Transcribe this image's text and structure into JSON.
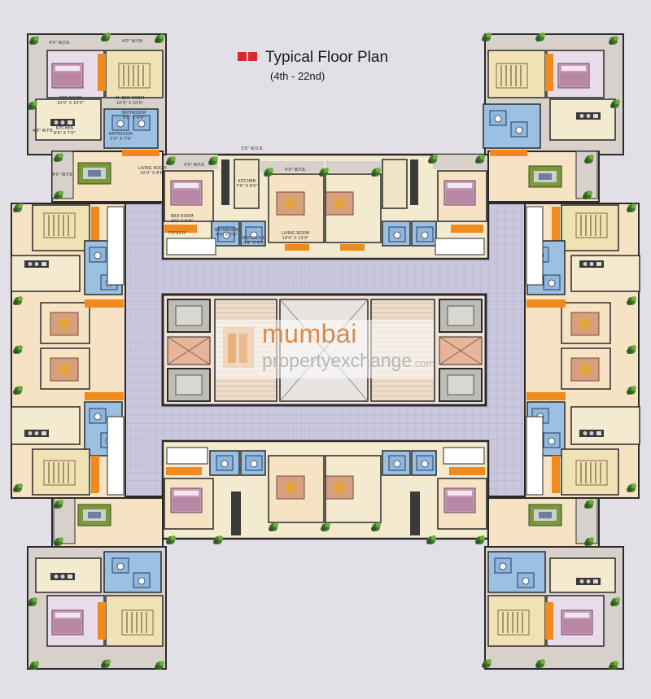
{
  "title": "Typical Floor Plan",
  "subtitle": "(4th - 22nd)",
  "watermark": {
    "line1": "mumbai",
    "line2": "propertyexchange",
    "suffix": ".com"
  },
  "room_labels": {
    "bedroom_1": "BED ROOM",
    "bedroom_1_size": "10'0\" X 10'0\"",
    "master_bedroom": "M. BED ROOM",
    "master_bedroom_size": "10'0\" X 10'0\"",
    "bathroom_1": "BATHROOM",
    "bathroom_1_size": "8'0\" X 4'6\"",
    "bathroom_2": "BATHROOM",
    "bathroom_2_size": "5'0\" X 7'6\"",
    "kitchen_1": "KITCHEN",
    "kitchen_1_size": "8'6\" X 7'0\"",
    "living_room_1": "LIVING ROOM",
    "living_room_1_size": "10'0\" X 8'6\"",
    "wfb_top": "4'0\" W.F.B.",
    "wfb_top2": "4'0\" W.F.B.",
    "wfb_side": "4'0\" W.F.B.",
    "wfb_side2": "4'0\" W.F.B.",
    "wfb_mid1": "4'0\" W.F.B.",
    "wfb_mid2": "4'6\" W.F.B.",
    "wdb": "3'0\" W.D.B.",
    "kitchen_2": "KITCHEN",
    "kitchen_2_size": "7'0\" X 8'0\"",
    "bedroom_2": "BED ROOM",
    "bedroom_2_size": "9'0\" X 9'0\"",
    "bathroom_3": "BATHROOM",
    "bathroom_3_size": "4'6\" X 7'6\"",
    "bathroom_4": "BATHROOM",
    "bathroom_4_size": "4'6\" X 6'0\"",
    "living_room_2": "LIVING ROOM",
    "living_room_2_size": "10'0\" X 13'0\"",
    "passage": "7'0\"X2'0\""
  },
  "colors": {
    "background": "#e2e0e6",
    "corridor": "#c7c5dc",
    "wall": "#2a2a2a",
    "bedroom_floor": "#e9dcea",
    "living_floor": "#f6e3c4",
    "kitchen_floor": "#f0e8c8",
    "bathroom_floor": "#9bc0e2",
    "terrace": "#d8d1cb",
    "plant": "#3f7a2a",
    "accent_orange": "#f08a1c",
    "lift": "#c9c9c4",
    "stair": "#e8b8a8",
    "title_mark": "#d8282e"
  }
}
